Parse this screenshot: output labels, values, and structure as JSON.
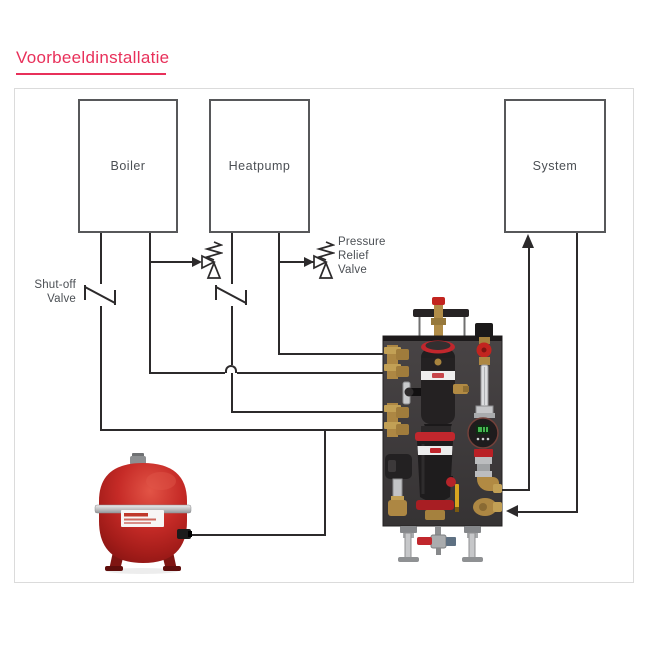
{
  "title": "Voorbeeldinstallatie",
  "boxes": {
    "boiler": "Boiler",
    "heatpump": "Heatpump",
    "system": "System"
  },
  "labels": {
    "shutoff": [
      "Shut-off",
      "Valve"
    ],
    "pressure_relief": [
      "Pressure",
      "Relief",
      "Valve"
    ]
  },
  "illustrations": {
    "expansion_vessel": "expansion-vessel",
    "hydraulic_module": "hydraulic-module",
    "shut_off_valve_symbol": "shut-off-valve-symbol",
    "pressure_relief_valve_symbol": "pressure-relief-valve-symbol"
  },
  "colors": {
    "accent_pink": "#E8305A",
    "diagram_line": "#2C2A2B",
    "box_border": "#58595B",
    "label_text": "#4B4F54",
    "vessel_red": "#C62B27",
    "pump_red": "#C1272D",
    "module_panel_gray": "#3D3A3B",
    "brass": "#B18A43",
    "display_green": "#43B54F"
  }
}
